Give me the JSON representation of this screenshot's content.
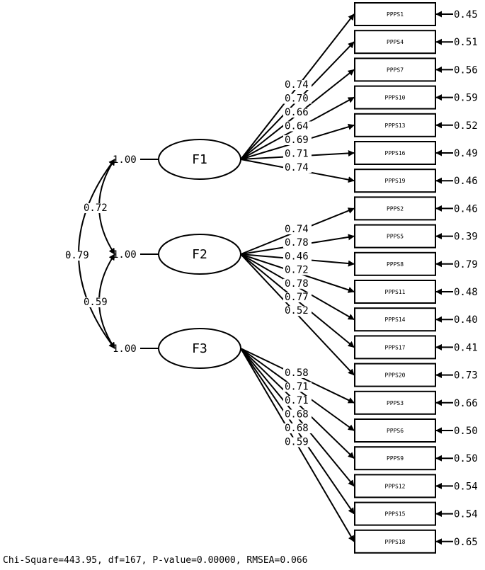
{
  "factors": [
    {
      "id": "F1",
      "label": "F1",
      "variance": "1.00"
    },
    {
      "id": "F2",
      "label": "F2",
      "variance": "1.00"
    },
    {
      "id": "F3",
      "label": "F3",
      "variance": "1.00"
    }
  ],
  "indicators": [
    {
      "id": "PPPS1",
      "label": "PPPS1",
      "error": "0.45",
      "factor": "F1",
      "loading": "0.74"
    },
    {
      "id": "PPPS4",
      "label": "PPPS4",
      "error": "0.51",
      "factor": "F1",
      "loading": "0.70"
    },
    {
      "id": "PPPS7",
      "label": "PPPS7",
      "error": "0.56",
      "factor": "F1",
      "loading": "0.66"
    },
    {
      "id": "PPPS10",
      "label": "PPPS10",
      "error": "0.59",
      "factor": "F1",
      "loading": "0.64"
    },
    {
      "id": "PPPS13",
      "label": "PPPS13",
      "error": "0.52",
      "factor": "F1",
      "loading": "0.69"
    },
    {
      "id": "PPPS16",
      "label": "PPPS16",
      "error": "0.49",
      "factor": "F1",
      "loading": "0.71"
    },
    {
      "id": "PPPS19",
      "label": "PPPS19",
      "error": "0.46",
      "factor": "F1",
      "loading": "0.74"
    },
    {
      "id": "PPPS2",
      "label": "PPPS2",
      "error": "0.46",
      "factor": "F2",
      "loading": "0.74"
    },
    {
      "id": "PPPS5",
      "label": "PPPS5",
      "error": "0.39",
      "factor": "F2",
      "loading": "0.78"
    },
    {
      "id": "PPPS8",
      "label": "PPPS8",
      "error": "0.79",
      "factor": "F2",
      "loading": "0.46"
    },
    {
      "id": "PPPS11",
      "label": "PPPS11",
      "error": "0.48",
      "factor": "F2",
      "loading": "0.72"
    },
    {
      "id": "PPPS14",
      "label": "PPPS14",
      "error": "0.40",
      "factor": "F2",
      "loading": "0.78"
    },
    {
      "id": "PPPS17",
      "label": "PPPS17",
      "error": "0.41",
      "factor": "F2",
      "loading": "0.77"
    },
    {
      "id": "PPPS20",
      "label": "PPPS20",
      "error": "0.73",
      "factor": "F2",
      "loading": "0.52"
    },
    {
      "id": "PPPS3",
      "label": "PPPS3",
      "error": "0.66",
      "factor": "F3",
      "loading": "0.58"
    },
    {
      "id": "PPPS6",
      "label": "PPPS6",
      "error": "0.50",
      "factor": "F3",
      "loading": "0.71"
    },
    {
      "id": "PPPS9",
      "label": "PPPS9",
      "error": "0.50",
      "factor": "F3",
      "loading": "0.71"
    },
    {
      "id": "PPPS12",
      "label": "PPPS12",
      "error": "0.54",
      "factor": "F3",
      "loading": "0.68"
    },
    {
      "id": "PPPS15",
      "label": "PPPS15",
      "error": "0.54",
      "factor": "F3",
      "loading": "0.68"
    },
    {
      "id": "PPPS18",
      "label": "PPPS18",
      "error": "0.65",
      "factor": "F3",
      "loading": "0.59"
    }
  ],
  "correlations": [
    {
      "from": "F1",
      "to": "F2",
      "value": "0.72"
    },
    {
      "from": "F2",
      "to": "F3",
      "value": "0.59"
    },
    {
      "from": "F1",
      "to": "F3",
      "value": "0.79"
    }
  ],
  "fit_statistics": "Chi-Square=443.95, df=167, P-value=0.00000, RMSEA=0.066"
}
